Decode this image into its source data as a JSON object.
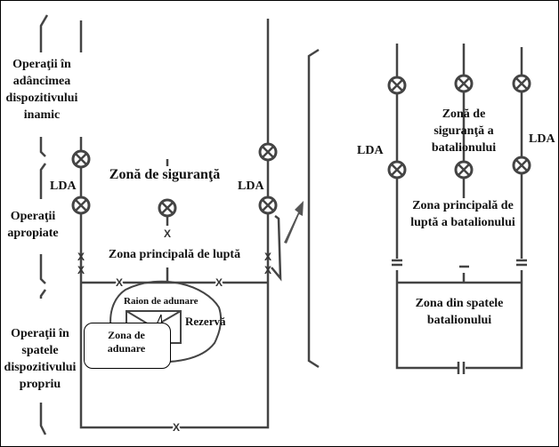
{
  "left": {
    "label_depth": "Operaţii în adâncimea dispozitivului inamic",
    "label_close": "Operaţii apropiate",
    "label_rear": "Operaţii în spatele dispozitivului propriu",
    "lda_left": "LDA",
    "lda_right": "LDA",
    "security_zone": "Zonă de siguranţă",
    "main_battle_zone": "Zona principală de luptă",
    "assembly_area": "Raion de adunare",
    "reserve": "Rezervă",
    "callout": "Zona de adunare"
  },
  "right": {
    "lda_left": "LDA",
    "lda_right": "LDA",
    "security_zone": "Zonă de siguranţă a batalionului",
    "main_battle_zone": "Zona principală de luptă a batalionului",
    "rear_zone": "Zona din spatele batalionului"
  }
}
